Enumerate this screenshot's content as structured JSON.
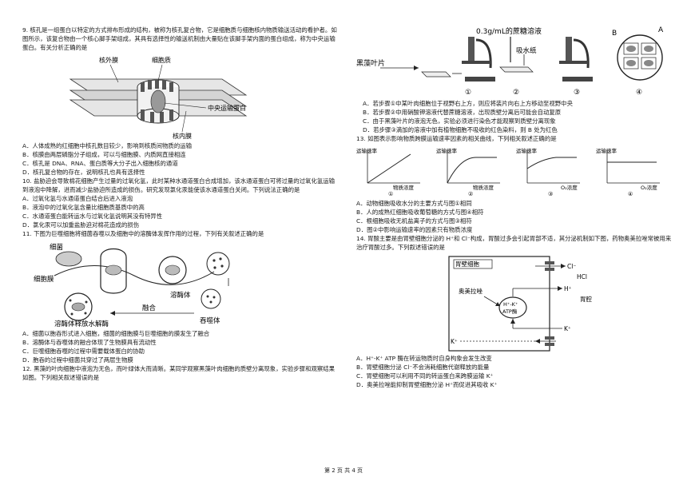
{
  "q9": {
    "stem": "9. 核孔是一组蛋白以特定的方式排布形成的结构，被称为核孔复合物，它是细胞质与细胞核内物质输送活动的看护者。如图所示，该复合物由一个核心脚手架组成，其具有选择性的输送机制由大量贴在该脚手架内面的蛋白组成，称为中央运输蛋白。有关分析正确的是",
    "fig_labels": {
      "outer": "核外膜",
      "cyto": "细胞质",
      "central": "中央运输蛋白",
      "inner": "核内膜"
    },
    "options": [
      "A．人体成熟的红细胞中核孔数目较少，影响到核质间物质的运输",
      "B．核膜由两层磷脂分子组成，可以与细胞膜、内质网直接相连",
      "C．核孔是 DNA、RNA、蛋白质等大分子出入细胞核的通道",
      "D．核孔复合物的存在，说明核孔也具有选择性"
    ]
  },
  "q10": {
    "stem": "10. 盐胁迫会导致棉花细胞产生过量的过氧化氢，此时某种水通道蛋白合成增加，该水通道蛋白可将过量的过氧化氢运输到液泡中降解，进而减少盐胁迫所造成的损伤。研究发现氯化汞能使该水通道蛋白关闭。下列说法正确的是",
    "options": [
      "A．过氧化氢与水通道蛋白结合后进入液泡",
      "B．液泡中的过氧化氢含量比细胞质基质中的高",
      "C．水通道蛋白能转运水与过氧化氢说明其没有特异性",
      "D．氯化汞可以加重盐胁迫对棉花造成的损伤"
    ]
  },
  "q11": {
    "stem": "11. 下图为巨噬细胞将细菌吞噬以及细胞中的溶酶体发挥作用的过程，下列有关叙述正确的是",
    "fig_labels": {
      "bacteria": "细菌",
      "membrane": "细胞膜",
      "lysosome": "溶酶体",
      "release": "溶酶体释放水解酶",
      "fuse": "融合",
      "macro": "吞噬体"
    },
    "options": [
      "A．细菌以胞吞形式进入细胞，细菌的细胞膜与巨噬细胞的膜发生了融合",
      "B．溶酶体与吞噬体的融合体现了生物膜具有流动性",
      "C．巨噬细胞吞噬的过程中需要载体蛋白的协助",
      "D．胞吞的过程中细菌共穿过了两层生物膜"
    ]
  },
  "q12": {
    "stem": "12. 黑藻的叶肉细胞中液泡为无色，而叶绿体大而清晰。某同学观察黑藻叶肉细胞的质壁分离现象，实验步骤和观察结果如图。下列相关叙述错误的是",
    "fig_labels": {
      "sucrose": "0.3g/mL的蔗糖溶液",
      "paper": "吸水纸",
      "leaf": "黑藻叶片",
      "s1": "①",
      "s2": "②",
      "s3": "③",
      "s4": "④",
      "A": "A",
      "B": "B"
    },
    "options": [
      "A．若步骤①中某叶肉细胞位于视野右上方，则应将装片向右上方移动至视野中央",
      "B．若步骤②中用硝酸钾溶液代替蔗糖溶液，出现质壁分离后可能会自动复原",
      "C．由于黑藻叶片的液泡无色，实验必须进行染色才能观察到质壁分离现象",
      "D．若步骤③滴加的溶液中加有植物细胞不吸收的红色染料，则 B 处为红色"
    ]
  },
  "q13": {
    "stem": "13. 如图表示影响物质跨膜运输速率因素的相关曲线，下列相关叙述正确的是",
    "fig_labels": {
      "ylabel": "运输速率",
      "x1": "物质浓度",
      "x2": "物质浓度",
      "x3": "O₂浓度",
      "x4": "O₂浓度",
      "n1": "①",
      "n2": "②",
      "n3": "③",
      "n4": "④",
      "origin": "O"
    },
    "options": [
      "A．动物细胞吸收水分的主要方式与图①相同",
      "B．人的成熟红细胞吸收葡萄糖的方式与图④相符",
      "C．根细胞吸收无机盐离子的方式与图③相符",
      "D．图②中影响运输速率的因素只有物质浓度"
    ]
  },
  "q14": {
    "stem": "14. 胃酸主要是由胃壁细胞分泌的 H⁺和 Cl⁻构成，胃酸过多会引起胃部不适，其分泌机制如下图，药物奥美拉唑常被用来治疗胃酸过多。下列叙述错误的是",
    "fig_labels": {
      "cell": "胃壁细胞",
      "cl": "Cl⁻",
      "hcl": "HCl",
      "drug": "奥美拉唑",
      "h": "H⁺",
      "lumen": "胃腔",
      "enzyme1": "H⁺-K⁺",
      "enzyme2": "ATP酶",
      "k1": "K⁺",
      "k2": "K⁺"
    },
    "options": [
      "A．H⁺-K⁺ ATP 酶在转运物质时自身构象会发生改变",
      "B．胃壁细胞分泌 Cl⁻不会消耗细胞代谢释放的能量",
      "C．胃壁细胞可以利用不同的转运蛋白来跨膜运输 K⁺",
      "D．奥美拉唑能抑制胃壁细胞分泌 H⁺而促进其吸收 K⁺"
    ]
  },
  "footer": "第 2 页 共 4 页"
}
